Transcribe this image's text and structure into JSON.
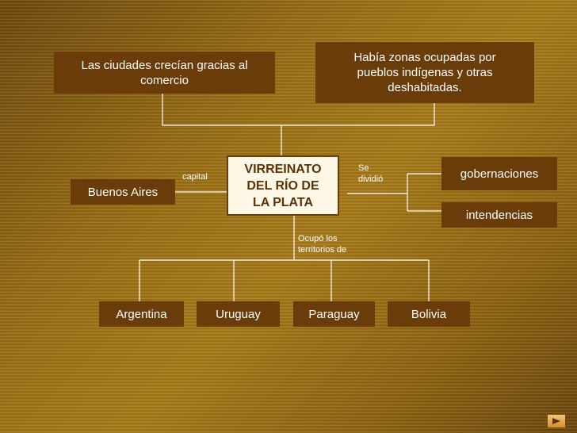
{
  "center": [
    "VIRREINATO",
    "DEL RÍO DE",
    "LA PLATA"
  ],
  "top_left": "Las ciudades crecían gracias al comercio",
  "top_right": "Había zonas ocupadas por pueblos indígenas y otras deshabitadas.",
  "capital": {
    "label": "capital",
    "city": "Buenos Aires"
  },
  "division": {
    "label": [
      "Se",
      "dividió"
    ],
    "items": [
      "gobernaciones",
      "intendencias"
    ]
  },
  "territories": {
    "label": [
      "Ocupó los",
      "territorios de"
    ],
    "items": [
      "Argentina",
      "Uruguay",
      "Paraguay",
      "Bolivia"
    ]
  },
  "colors": {
    "box": "#6a3c0a",
    "center_bg": "#fff8e6",
    "line": "#ffffff",
    "nav": "#d48e2a"
  },
  "nav": {
    "icon": "arrow-right-icon"
  }
}
